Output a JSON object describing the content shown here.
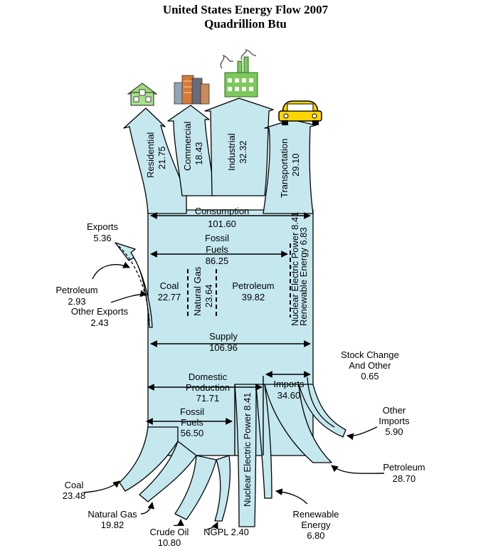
{
  "title": {
    "line1": "United States Energy Flow 2007",
    "line2": "Quadrillion Btu"
  },
  "sectors": {
    "residential": {
      "label": "Residential",
      "value": "21.75"
    },
    "commercial": {
      "label": "Commercial",
      "value": "18.43"
    },
    "industrial": {
      "label": "Industrial",
      "value": "32.32"
    },
    "transportation": {
      "label": "Transportation",
      "value": "29.10"
    }
  },
  "consumption": {
    "label": "Consumption",
    "value": "101.60"
  },
  "fossil_fuels_consumption": {
    "label_1": "Fossil",
    "label_2": "Fuels",
    "value": "86.25"
  },
  "nuclear_consumption": {
    "label": "Nuclear Electric Power 8.41"
  },
  "renewable_consumption": {
    "label": "Renewable Energy 6.83"
  },
  "coal_consumption": {
    "label": "Coal",
    "value": "22.77"
  },
  "natural_gas_consumption": {
    "label": "Natural Gas",
    "value": "23.64"
  },
  "petroleum_consumption": {
    "label": "Petroleum",
    "value": "39.82"
  },
  "exports": {
    "label": "Exports",
    "value": "5.36"
  },
  "petroleum_exports": {
    "label": "Petroleum",
    "value": "2.93"
  },
  "other_exports": {
    "label": "Other Exports",
    "value": "2.43"
  },
  "supply": {
    "label": "Supply",
    "value": "106.96"
  },
  "stock_change": {
    "line1": "Stock Change",
    "line2": "And Other",
    "value": "0.65"
  },
  "domestic_production": {
    "line1": "Domestic",
    "line2": "Production",
    "value": "71.71"
  },
  "imports": {
    "label": "Imports",
    "value": "34.60"
  },
  "fossil_fuels_production": {
    "label_1": "Fossil",
    "label_2": "Fuels",
    "value": "56.50"
  },
  "nuclear_production": {
    "label": "Nuclear Electric Power 8.41"
  },
  "other_imports": {
    "line1": "Other",
    "line2": "Imports",
    "value": "5.90"
  },
  "petroleum_imports": {
    "label": "Petroleum",
    "value": "28.70"
  },
  "coal_production": {
    "label": "Coal",
    "value": "23.48"
  },
  "natural_gas_production": {
    "label": "Natural Gas",
    "value": "19.82"
  },
  "crude_oil_production": {
    "label": "Crude Oil",
    "value": "10.80"
  },
  "ngpl_production": {
    "label": "NGPL 2.40"
  },
  "renewable_production": {
    "line1": "Renewable",
    "line2": "Energy",
    "value": "6.80"
  },
  "icons": [
    "house-icon",
    "office-buildings-icon",
    "factory-icon",
    "car-icon"
  ]
}
